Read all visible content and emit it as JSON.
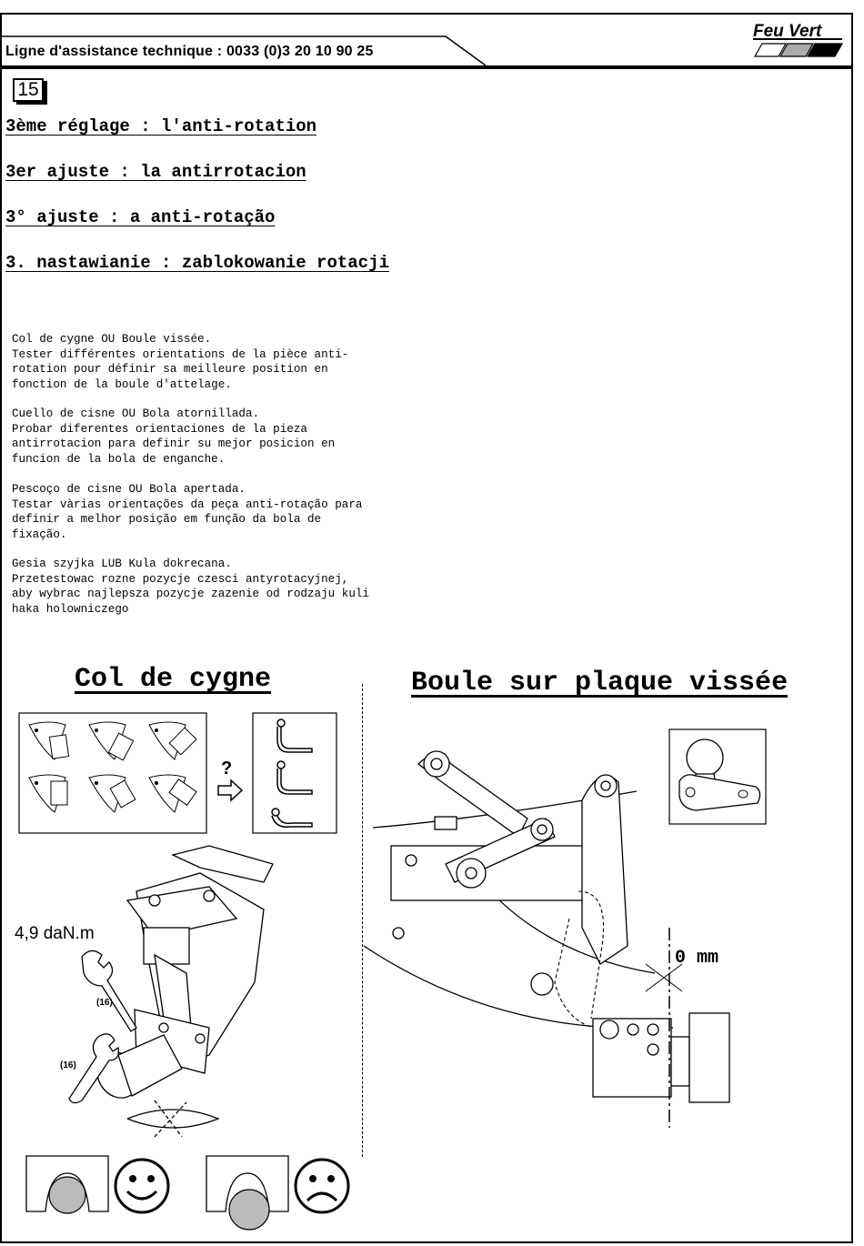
{
  "header": {
    "helpline": "Ligne d'assistance technique : 0033 (0)3 20 10 90 25",
    "logo_text": "Feu Vert"
  },
  "step_number": "15",
  "headings": [
    "3ème réglage : l'anti-rotation",
    "3er ajuste : la antirrotacion",
    "3° ajuste : a anti-rotação",
    "3. nastawianie : zablokowanie rotacji"
  ],
  "paragraphs": [
    "Col de cygne OU Boule vissée.\nTester différentes orientations de la pièce anti-\nrotation pour définir sa meilleure position en\nfonction de la boule d'attelage.",
    "Cuello de cisne OU Bola atornillada.\nProbar diferentes orientaciones de la pieza\nantirrotacion para definir su mejor posicion en\nfuncion de la bola de enganche.",
    "Pescoço de cisne OU Bola apertada.\nTestar vàrias orientações da peça anti-rotação para\ndefinir a melhor posição em função da bola de\nfixação.",
    "Gesia szyjka LUB Kula dokrecana.\nPrzetestowac rozne pozycje czesci antyrotacyjnej,\naby wybrac najlepsza pozycje zazenie od rodzaju kuli\nhaka holowniczego"
  ],
  "left_section": {
    "title": "Col de cygne",
    "torque": "4,9 daN.m",
    "wrench_size_1": "(16)",
    "wrench_size_2": "(16)",
    "question_mark": "?"
  },
  "right_section": {
    "title": "Boule sur plaque vissée",
    "clearance": "0 mm"
  },
  "icons": [
    "good-fit-smiley-icon",
    "bad-fit-frowny-icon",
    "arrow-right-icon",
    "wrench-icon"
  ]
}
